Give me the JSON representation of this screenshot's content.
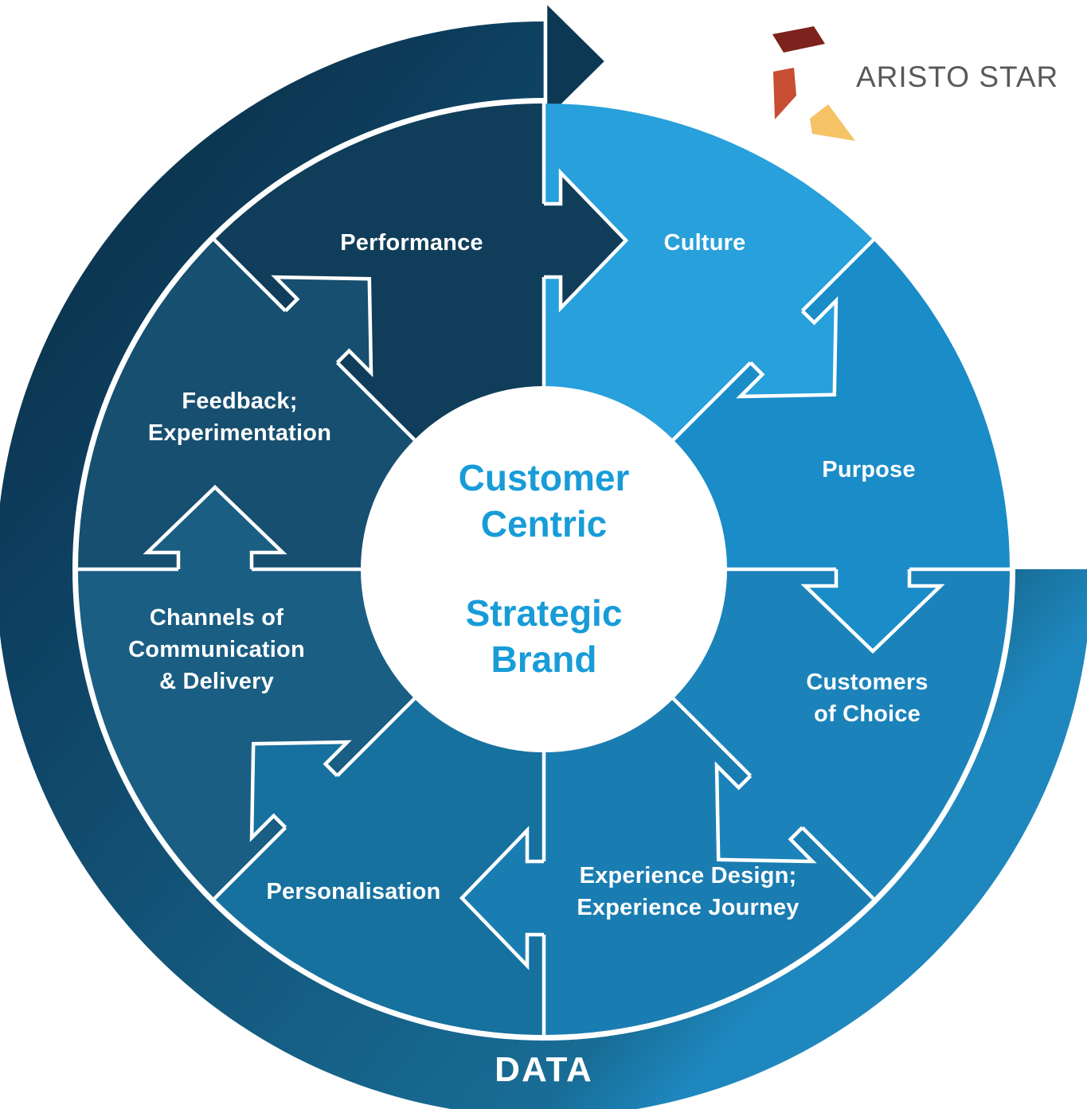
{
  "title": {
    "line1": "Customer Centric",
    "line2": "Strategic Brand",
    "color": "#189CD8"
  },
  "brand": {
    "name": "ARISTO STAR",
    "glyph_colors": [
      "#7D221C",
      "#C74D33",
      "#F5C266"
    ],
    "text_color": "#58595B"
  },
  "outer_ring": {
    "label": "DATA",
    "gradient": [
      "#1E87BE",
      "#186D96",
      "#14587D",
      "#0E4263",
      "#0C3753"
    ],
    "arrowhead_color": "#0C3854"
  },
  "segments": [
    {
      "id": "culture",
      "label": "Culture",
      "color": "#27A0DB"
    },
    {
      "id": "purpose",
      "label": "Purpose",
      "color": "#1A8CC8"
    },
    {
      "id": "customers",
      "label": "Customers\nof Choice",
      "color": "#1B83BA"
    },
    {
      "id": "experience",
      "label": "Experience Design;\nExperience Journey",
      "color": "#1A7DB2"
    },
    {
      "id": "personalisation",
      "label": "Personalisation",
      "color": "#16719F"
    },
    {
      "id": "channels",
      "label": "Channels of\nCommunication\n& Delivery",
      "color": "#1A5E83"
    },
    {
      "id": "feedback",
      "label": "Feedback;\nExperimentation",
      "color": "#164F6F"
    },
    {
      "id": "performance",
      "label": "Performance",
      "color": "#103E5A"
    }
  ],
  "flow": [
    {
      "from": "Performance",
      "to": "Culture"
    },
    {
      "from": "Culture",
      "to": "Purpose"
    },
    {
      "from": "Purpose",
      "to": "Customers of Choice"
    },
    {
      "from": "Customers of Choice",
      "to": "Experience Design; Experience Journey"
    },
    {
      "from": "Experience Design; Experience Journey",
      "to": "Personalisation"
    },
    {
      "from": "Personalisation",
      "to": "Channels of Communication & Delivery"
    },
    {
      "from": "Channels of Communication & Delivery",
      "to": "Feedback; Experimentation"
    },
    {
      "from": "Feedback; Experimentation",
      "to": "Performance"
    }
  ]
}
